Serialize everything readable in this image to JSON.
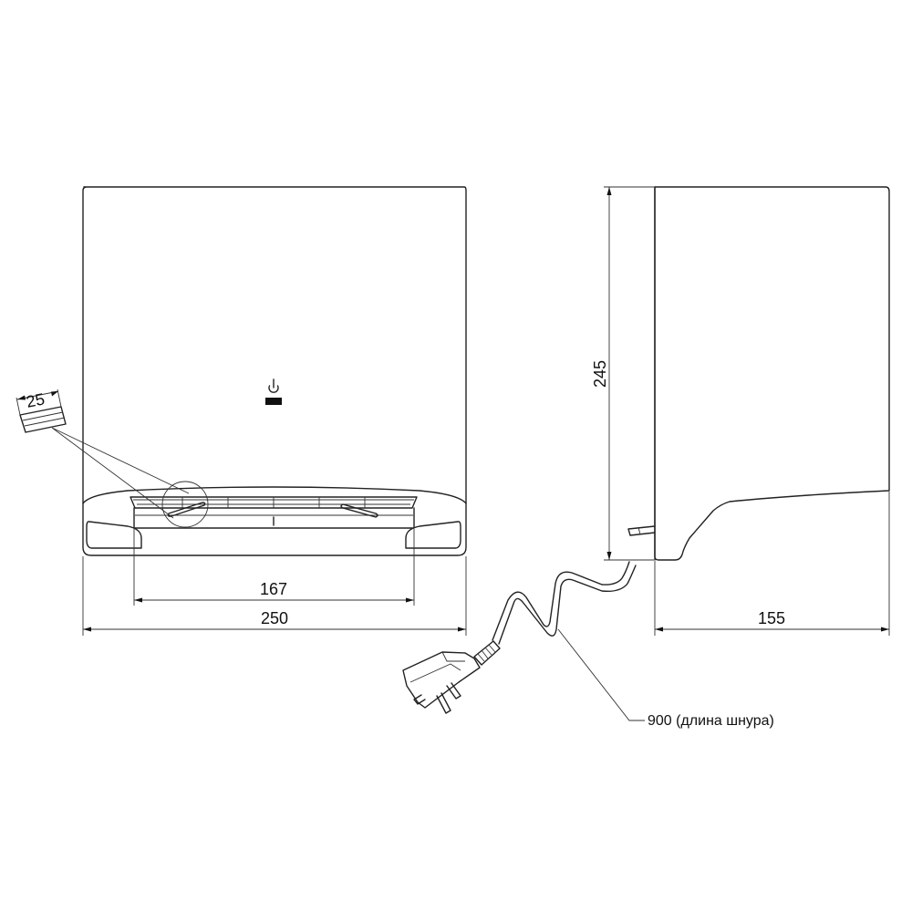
{
  "dimensions": {
    "front_width": "250",
    "slot_width": "167",
    "slot_detail_width": "25",
    "height": "245",
    "depth": "155",
    "cord_length": "900 (длина шнура)"
  },
  "icons": {
    "power": "power-icon",
    "plug": "euro-plug-icon"
  },
  "colors": {
    "line": "#222222",
    "background": "#ffffff"
  }
}
